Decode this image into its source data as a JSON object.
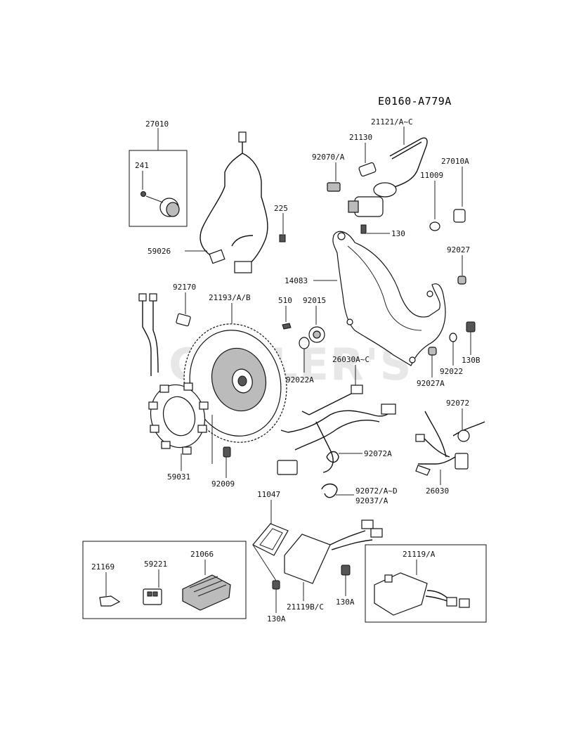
{
  "diagram_code": "E0160-A779A",
  "watermark": "CUTLER'S",
  "labels": {
    "p27010": "27010",
    "p241": "241",
    "p59026": "59026",
    "p225": "225",
    "p21121": "21121/A~C",
    "p21130": "21130",
    "p92070": "92070/A",
    "p27010A": "27010A",
    "p11009": "11009",
    "p130": "130",
    "p92027": "92027",
    "p14083": "14083",
    "p92170": "92170",
    "p21193": "21193/A/B",
    "p510": "510",
    "p92015": "92015",
    "p130B": "130B",
    "p92022": "92022",
    "p26030AC": "26030A~C",
    "p92022A": "92022A",
    "p92027A": "92027A",
    "p92072": "92072",
    "p92072A": "92072A",
    "p59031": "59031",
    "p92009": "92009",
    "p26030": "26030",
    "p92072AD": "92072/A~D",
    "p92037A": "92037/A",
    "p11047": "11047",
    "p21169": "21169",
    "p59221": "59221",
    "p21066": "21066",
    "p21119A": "21119/A",
    "p130A_1": "130A",
    "p21119BC": "21119B/C",
    "p130A_2": "130A"
  }
}
